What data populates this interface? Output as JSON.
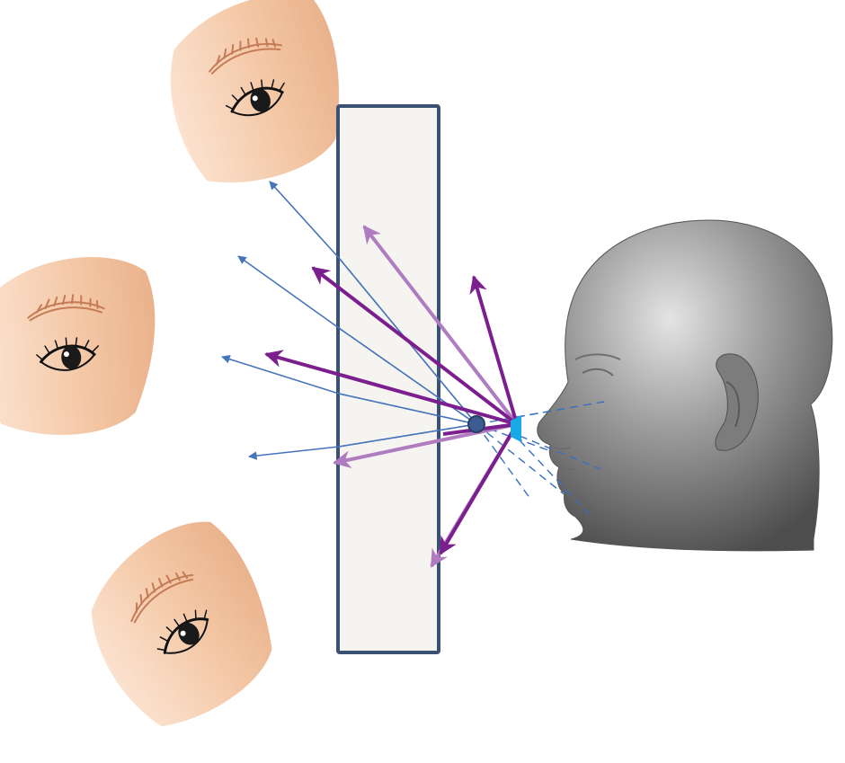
{
  "colors": {
    "background": "#ffffff",
    "panel_fill": "#f6f4f1",
    "panel_stroke": "#3b5174",
    "skin": "#f3c9a7",
    "skin_shadow": "#e6ad86",
    "eyebrow": "#c57b55",
    "eye_outline": "#111111",
    "blue_ray": "#4574b9",
    "blue_dashed": "#3a6fc0",
    "purple_ray": "#7b1e8e",
    "purple_ray_light": "#b07cc0",
    "point_source": "#3c5c92",
    "nose_tip_marker": "#19a9e6",
    "head_gray": "#8f8f8f",
    "head_light": "#cfcfcf",
    "head_dark": "#5a5a5a"
  },
  "elements": {
    "observer_eyes": [
      "top",
      "middle",
      "bottom"
    ],
    "panel": "transparent-screen",
    "subject": "grayscale-head-profile",
    "icons": [
      "eye-icon",
      "head-icon",
      "arrow-icon"
    ]
  }
}
